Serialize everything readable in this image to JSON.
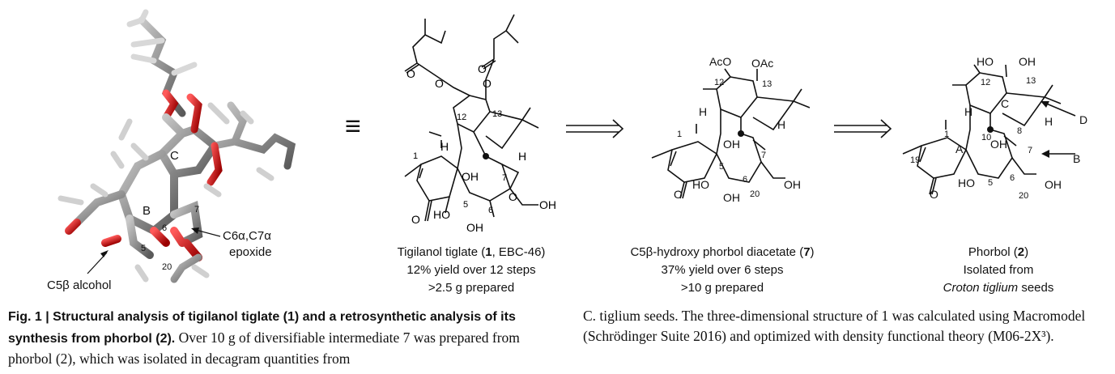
{
  "model3d": {
    "ring_label_B": "B",
    "ring_label_C": "C",
    "pos_6": "6",
    "pos_7": "7",
    "pos_5": "5",
    "pos_20": "20",
    "epoxide_label_line1": "C6α,C7α",
    "epoxide_label_line2": "epoxide",
    "alcohol_label": "C5β alcohol"
  },
  "equiv_symbol": "≡",
  "compound1": {
    "name_pre": "Tigilanol tiglate (",
    "name_num": "1",
    "name_post": ", EBC-46)",
    "yield": "12% yield over 12 steps",
    "amount": ">2.5 g prepared"
  },
  "compound7": {
    "name_pre": "C5β-hydroxy phorbol diacetate (",
    "name_num": "7",
    "name_post": ")",
    "yield": "37% yield over 6 steps",
    "amount": ">10 g prepared"
  },
  "compound2": {
    "name_pre": "Phorbol (",
    "name_num": "2",
    "name_post": ")",
    "line2": "Isolated from",
    "line3_italic": "Croton tiglium",
    "line3_rest": " seeds"
  },
  "atoms": {
    "O": "O",
    "H": "H",
    "OH": "OH",
    "HO": "HO",
    "AcO": "AcO",
    "OAc": "OAc",
    "n1": "1",
    "n5": "5",
    "n6": "6",
    "n7": "7",
    "n8": "8",
    "n10": "10",
    "n12": "12",
    "n13": "13",
    "n19": "19",
    "n20": "20",
    "ringA": "A",
    "ringB": "B",
    "ringC": "C",
    "ringD": "D",
    "arrowB": "B",
    "arrowD": "D"
  },
  "caption": {
    "fig_label": "Fig. 1 | ",
    "bold_title": "Structural analysis of tigilanol tiglate (1) and a retrosynthetic analysis of its synthesis from phorbol (2).",
    "left_body": " Over 10 g of diversifiable intermediate 7 was prepared from phorbol (2), which was isolated in decagram quantities from",
    "right_body": "C. tiglium seeds. The three-dimensional structure of 1 was calculated using Macromodel (Schrödinger Suite 2016) and optimized with density functional theory (M06-2X³)."
  }
}
